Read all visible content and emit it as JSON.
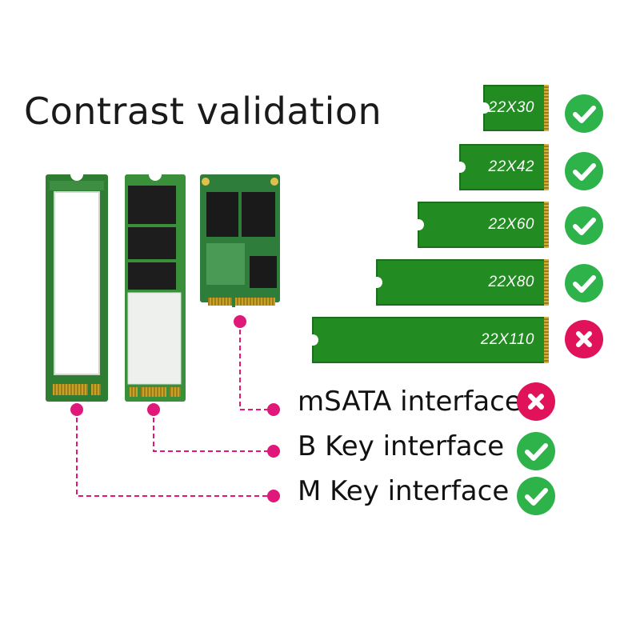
{
  "title": "Contrast validation",
  "size_list": [
    {
      "label": "22X30",
      "compatible": true
    },
    {
      "label": "22X42",
      "compatible": true
    },
    {
      "label": "22X60",
      "compatible": true
    },
    {
      "label": "22X80",
      "compatible": true
    },
    {
      "label": "22X110",
      "compatible": false
    }
  ],
  "interfaces": [
    {
      "label": "mSATA interface",
      "compatible": false
    },
    {
      "label": "B Key interface",
      "compatible": true
    },
    {
      "label": "M Key interface",
      "compatible": true
    }
  ],
  "colors": {
    "accent_pink": "#e0187a",
    "check_green": "#2db34a",
    "cross_red": "#e0135a",
    "pcb_green": "#228b22"
  },
  "icons": [
    "check-icon",
    "cross-icon",
    "m2-mkey-card-image",
    "m2-bkey-card-image",
    "msata-card-image"
  ]
}
